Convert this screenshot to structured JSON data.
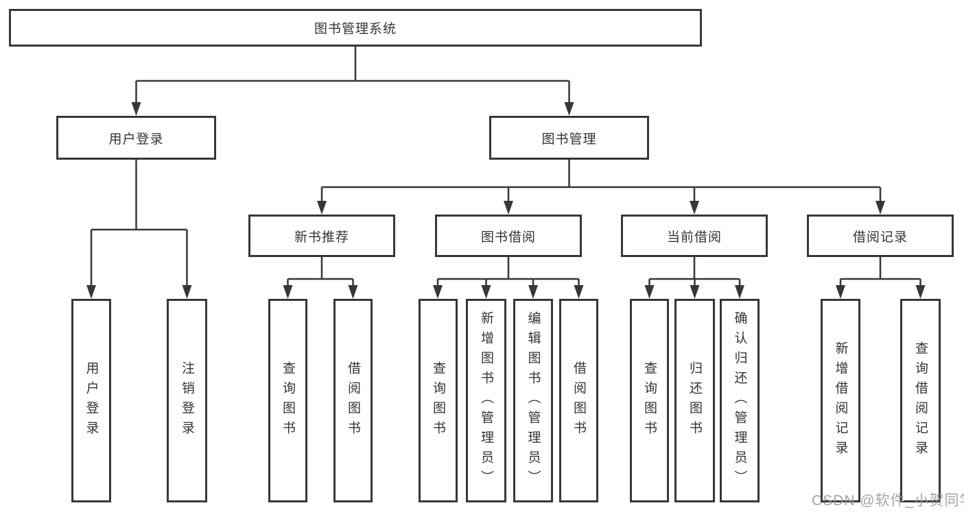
{
  "diagram": {
    "root_label": "图书管理系统",
    "user_login": {
      "label": "用户登录",
      "children": [
        "用户登录",
        "注销登录"
      ]
    },
    "book_mgmt": {
      "label": "图书管理",
      "modules": [
        {
          "label": "新书推荐",
          "children": [
            "查询图书",
            "借阅图书"
          ]
        },
        {
          "label": "图书借阅",
          "children": [
            "查询图书",
            "新增图书（管理员）",
            "编辑图书（管理员）",
            "借阅图书"
          ]
        },
        {
          "label": "当前借阅",
          "children": [
            "查询图书",
            "归还图书",
            "确认归还（管理员）"
          ]
        },
        {
          "label": "借阅记录",
          "children": [
            "新增借阅记录",
            "查询借阅记录"
          ]
        }
      ]
    }
  },
  "watermark": {
    "text": "CSDN @软件_小贺同学"
  },
  "colors": {
    "line": "#373737",
    "box_border": "#373737",
    "text": "#333333",
    "background": "#ffffff",
    "watermark": "#9b9b9b"
  }
}
